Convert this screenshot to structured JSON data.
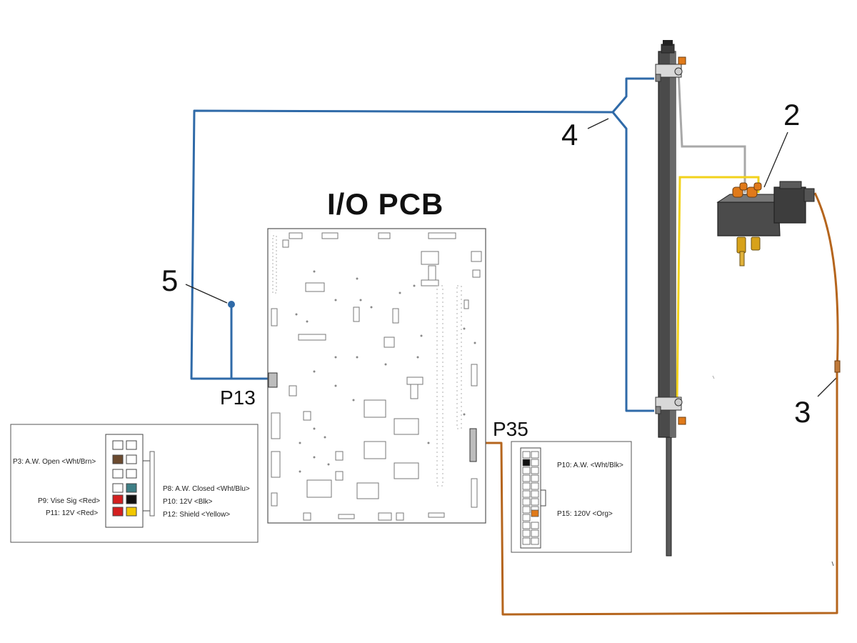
{
  "title": "I/O PCB",
  "callouts": {
    "c2": "2",
    "c3": "3",
    "c4": "4",
    "c5": "5"
  },
  "connectors": {
    "p13": "P13",
    "p35": "P35"
  },
  "p13_pins": {
    "p3": "P3: A.W. Open <Wht/Brn>",
    "p9": "P9: Vise Sig <Red>",
    "p11": "P11: 12V <Red>",
    "p8": "P8: A.W. Closed <Wht/Blu>",
    "p10": "P10: 12V <Blk>",
    "p12": "P12: Shield <Yellow>"
  },
  "p35_pins": {
    "p10": "P10: A.W. <Wht/Blk>",
    "p15": "P15: 120V <Org>"
  },
  "colors": {
    "blue_wire": "#2f6aa8",
    "orange_wire": "#b5651d",
    "yellow_hose": "#f2d21b",
    "gray_hose": "#a8a8a8",
    "cylinder": "#4a4a4a",
    "brown_pin": "#6b4a2f",
    "blue_pin": "#3e7f86",
    "red_pin": "#d42020",
    "black_pin": "#111111",
    "yellow_pin": "#f2c800",
    "orange_pin": "#e07a1a"
  }
}
